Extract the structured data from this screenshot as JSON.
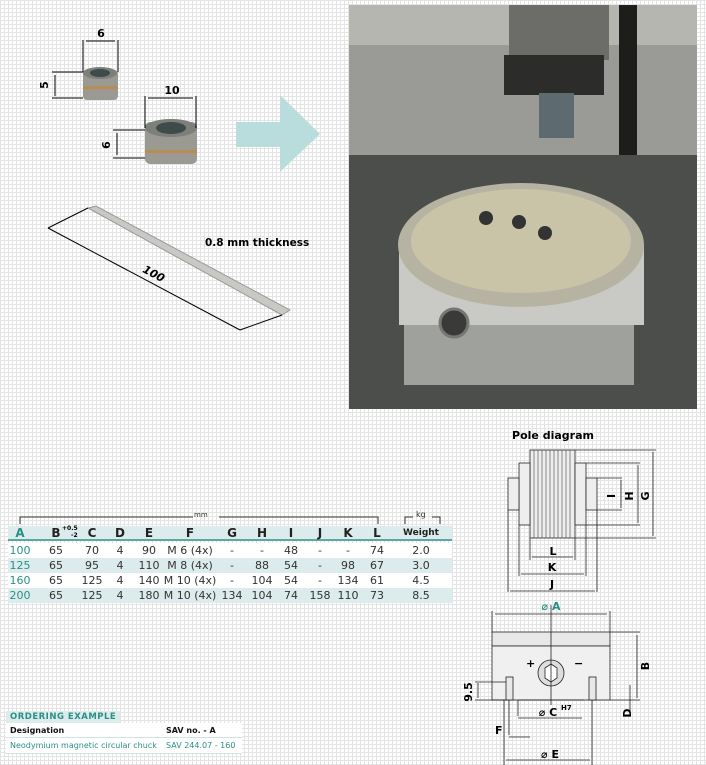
{
  "accessories": {
    "insert_small": {
      "width": "6",
      "height": "5"
    },
    "insert_large": {
      "width": "10",
      "height": "6"
    },
    "strip": {
      "length": "100",
      "thickness_label": "0.8 mm thickness"
    }
  },
  "pole_diagram": {
    "title": "Pole diagram",
    "labels": {
      "I": "I",
      "H": "H",
      "G": "G",
      "L": "L",
      "K": "K",
      "J": "J"
    }
  },
  "drawing": {
    "dia_a": "⌀ A",
    "b": "B",
    "d": "D",
    "c": "⌀ C",
    "c_tol": "H7",
    "e": "⌀ E",
    "f": "F",
    "h95": "9.5",
    "plus": "+",
    "minus": "−"
  },
  "table": {
    "unit_mm": "mm",
    "unit_kg": "kg",
    "headers": [
      "A",
      "B",
      "C",
      "D",
      "E",
      "F",
      "G",
      "H",
      "I",
      "J",
      "K",
      "L",
      "Weight"
    ],
    "b_tolerance": {
      "upper": "+0.5",
      "lower": "-2"
    },
    "rows": [
      [
        "100",
        "65",
        "70",
        "4",
        "90",
        "M 6 (4x)",
        "-",
        "-",
        "48",
        "-",
        "-",
        "74",
        "2.0"
      ],
      [
        "125",
        "65",
        "95",
        "4",
        "110",
        "M 8 (4x)",
        "-",
        "88",
        "54",
        "-",
        "98",
        "67",
        "3.0"
      ],
      [
        "160",
        "65",
        "125",
        "4",
        "140",
        "M 10 (4x)",
        "-",
        "104",
        "54",
        "-",
        "134",
        "61",
        "4.5"
      ],
      [
        "200",
        "65",
        "125",
        "4",
        "180",
        "M 10 (4x)",
        "134",
        "104",
        "74",
        "158",
        "110",
        "73",
        "8.5"
      ]
    ]
  },
  "ordering_example": {
    "title": "ORDERING EXAMPLE",
    "col1_header": "Designation",
    "col2_header": "SAV no. - A",
    "designation": "Neodymium magnetic circular chuck",
    "sav_no": "SAV 244.07 - 160"
  },
  "colors": {
    "teal": "#2a8f86",
    "row_alt": "#dcecec",
    "arrow": "#b9dcdc"
  }
}
